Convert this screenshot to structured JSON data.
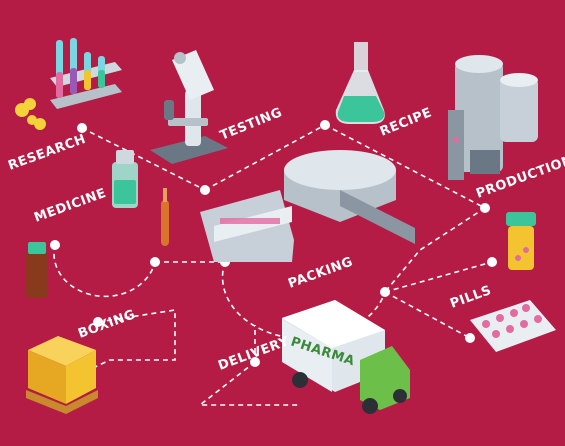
{
  "colors": {
    "background": "#b51c45",
    "path": "#ffffff",
    "node": "#ffffff",
    "truck_cab": "#6cc04a",
    "truck_box": "#e9eef2",
    "accent_green": "#3cc49a",
    "accent_yellow": "#f4c430",
    "pill_pink": "#e26ba0"
  },
  "labels": {
    "research": "RESEARCH",
    "testing": "TESTING",
    "recipe": "RECIPE",
    "production": "PRODUCTION",
    "medicine": "MEDICINE",
    "packing": "PACKING",
    "pills": "PILLS",
    "boxing": "BOXING",
    "delivery": "DELIVERY",
    "truck_brand": "PHARMA"
  }
}
